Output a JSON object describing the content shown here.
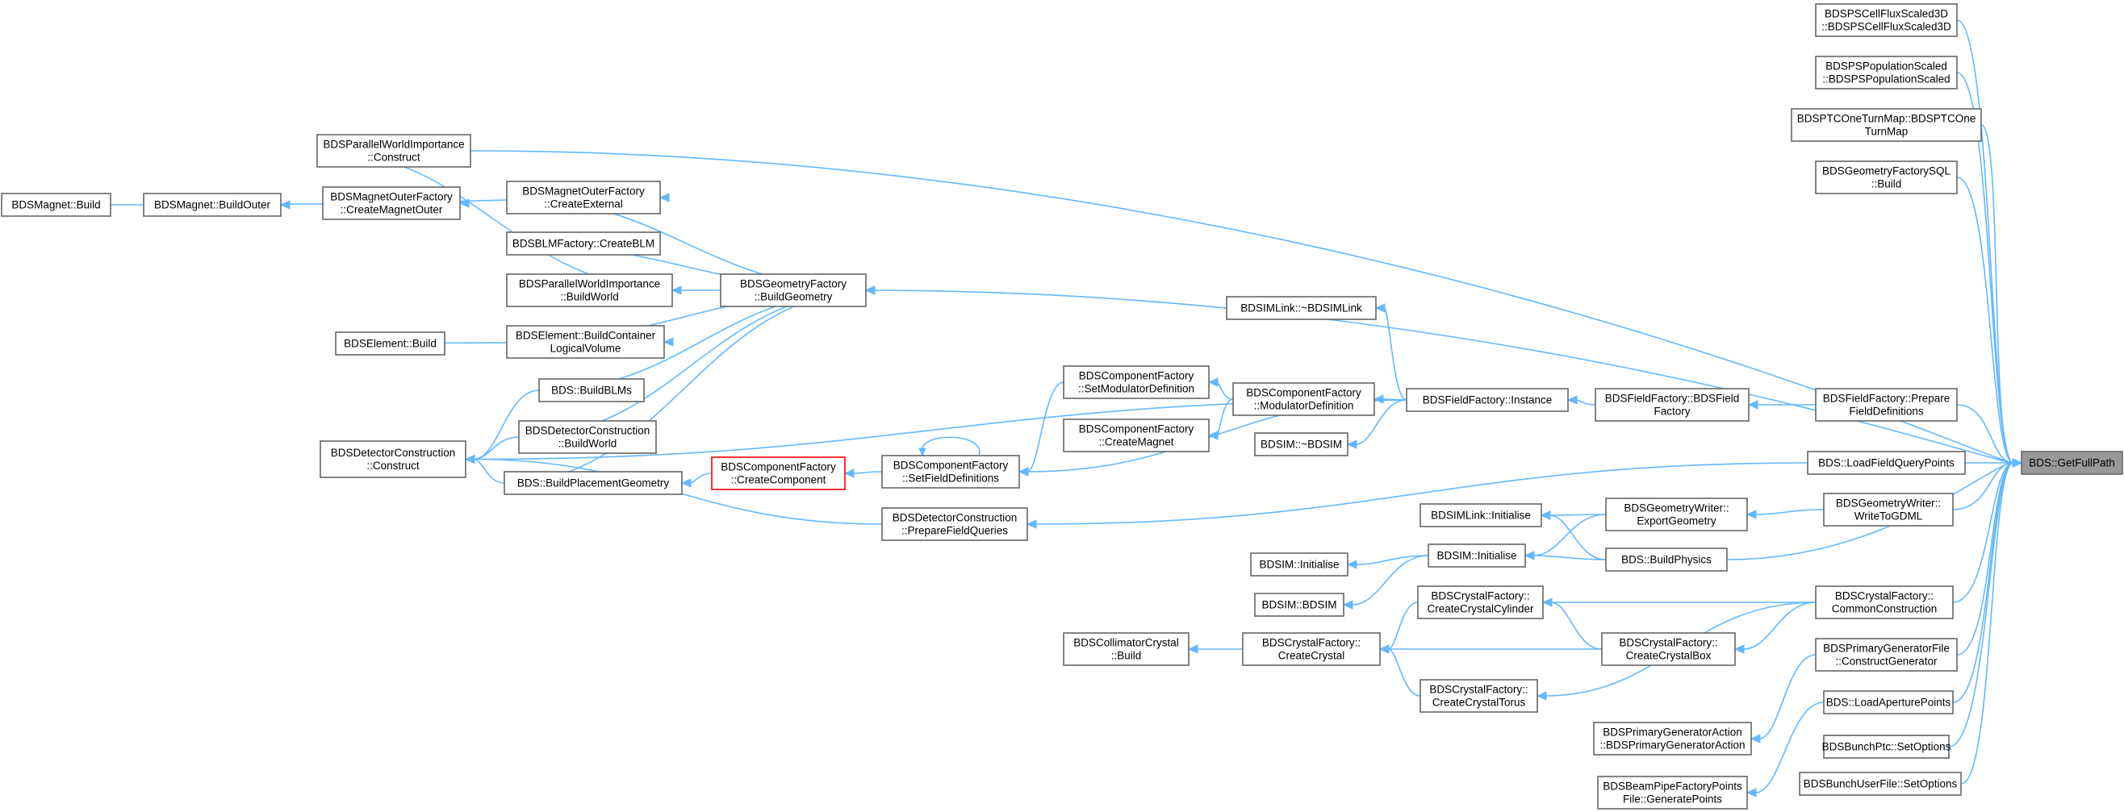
{
  "diagram": {
    "colors": {
      "edge": "#63b8ff",
      "node_border": "#666666",
      "focus_fill": "#999999",
      "highlight_border": "#ff0000"
    },
    "nodes": [
      {
        "id": "getfullpath",
        "lines": [
          "BDS::GetFullPath"
        ],
        "style": "focus"
      },
      {
        "id": "cellflux",
        "lines": [
          "BDSPSCellFluxScaled3D",
          "::BDSPSCellFluxScaled3D"
        ]
      },
      {
        "id": "population",
        "lines": [
          "BDSPSPopulationScaled",
          "::BDSPSPopulationScaled"
        ]
      },
      {
        "id": "ptcoturn",
        "lines": [
          "BDSPTCOneTurnMap::BDSPTCOne",
          "TurnMap"
        ]
      },
      {
        "id": "geomsql",
        "lines": [
          "BDSGeometryFactorySQL",
          "::Build"
        ]
      },
      {
        "id": "pwi_construct",
        "lines": [
          "BDSParallelWorldImportance",
          "::Construct"
        ]
      },
      {
        "id": "magnet_build",
        "lines": [
          "BDSMagnet::Build"
        ]
      },
      {
        "id": "magnet_buildouter",
        "lines": [
          "BDSMagnet::BuildOuter"
        ]
      },
      {
        "id": "mof_cmo",
        "lines": [
          "BDSMagnetOuterFactory",
          "::CreateMagnetOuter"
        ]
      },
      {
        "id": "mof_ce",
        "lines": [
          "BDSMagnetOuterFactory",
          "::CreateExternal"
        ]
      },
      {
        "id": "blm_create",
        "lines": [
          "BDSBLMFactory::CreateBLM"
        ]
      },
      {
        "id": "pwi_buildworld",
        "lines": [
          "BDSParallelWorldImportance",
          "::BuildWorld"
        ]
      },
      {
        "id": "geomfactory",
        "lines": [
          "BDSGeometryFactory",
          "::BuildGeometry"
        ]
      },
      {
        "id": "element_build",
        "lines": [
          "BDSElement::Build"
        ]
      },
      {
        "id": "element_bclv",
        "lines": [
          "BDSElement::BuildContainer",
          "LogicalVolume"
        ]
      },
      {
        "id": "buildblms",
        "lines": [
          "BDS::BuildBLMs"
        ]
      },
      {
        "id": "dc_construct",
        "lines": [
          "BDSDetectorConstruction",
          "::Construct"
        ]
      },
      {
        "id": "dc_buildworld",
        "lines": [
          "BDSDetectorConstruction",
          "::BuildWorld"
        ]
      },
      {
        "id": "bpg",
        "lines": [
          "BDS::BuildPlacementGeometry"
        ]
      },
      {
        "id": "cf_createcomponent",
        "lines": [
          "BDSComponentFactory",
          "::CreateComponent"
        ],
        "style": "highlight"
      },
      {
        "id": "cf_sfd",
        "lines": [
          "BDSComponentFactory",
          "::SetFieldDefinitions"
        ]
      },
      {
        "id": "cf_smd",
        "lines": [
          "BDSComponentFactory",
          "::SetModulatorDefinition"
        ]
      },
      {
        "id": "cf_cm",
        "lines": [
          "BDSComponentFactory",
          "::CreateMagnet"
        ]
      },
      {
        "id": "cf_md",
        "lines": [
          "BDSComponentFactory",
          "::ModulatorDefinition"
        ]
      },
      {
        "id": "imlink_dtor",
        "lines": [
          "BDSIMLink::~BDSIMLink"
        ]
      },
      {
        "id": "bdsim_dtor",
        "lines": [
          "BDSIM::~BDSIM"
        ]
      },
      {
        "id": "ff_instance",
        "lines": [
          "BDSFieldFactory::Instance"
        ]
      },
      {
        "id": "ff_ctor",
        "lines": [
          "BDSFieldFactory::BDSField",
          "Factory"
        ]
      },
      {
        "id": "ff_pfd",
        "lines": [
          "BDSFieldFactory::Prepare",
          "FieldDefinitions"
        ]
      },
      {
        "id": "loadfieldquery",
        "lines": [
          "BDS::LoadFieldQueryPoints"
        ]
      },
      {
        "id": "dc_pfq",
        "lines": [
          "BDSDetectorConstruction",
          "::PrepareFieldQueries"
        ]
      },
      {
        "id": "imlink_init",
        "lines": [
          "BDSIMLink::Initialise"
        ]
      },
      {
        "id": "gw_export",
        "lines": [
          "BDSGeometryWriter::",
          "ExportGeometry"
        ]
      },
      {
        "id": "gw_gdml",
        "lines": [
          "BDSGeometryWriter::",
          "WriteToGDML"
        ]
      },
      {
        "id": "bdsim_init_a",
        "lines": [
          "BDSIM::Initialise"
        ]
      },
      {
        "id": "bdsim_init_b",
        "lines": [
          "BDSIM::Initialise"
        ]
      },
      {
        "id": "bdsim_ctor",
        "lines": [
          "BDSIM::BDSIM"
        ]
      },
      {
        "id": "buildphysics",
        "lines": [
          "BDS::BuildPhysics"
        ]
      },
      {
        "id": "crf_ccc",
        "lines": [
          "BDSCrystalFactory::",
          "CreateCrystalCylinder"
        ]
      },
      {
        "id": "crf_common",
        "lines": [
          "BDSCrystalFactory::",
          "CommonConstruction"
        ]
      },
      {
        "id": "collcrystal",
        "lines": [
          "BDSCollimatorCrystal",
          "::Build"
        ]
      },
      {
        "id": "crf_cc",
        "lines": [
          "BDSCrystalFactory::",
          "CreateCrystal"
        ]
      },
      {
        "id": "crf_ccb",
        "lines": [
          "BDSCrystalFactory::",
          "CreateCrystalBox"
        ]
      },
      {
        "id": "crf_cct",
        "lines": [
          "BDSCrystalFactory::",
          "CreateCrystalTorus"
        ]
      },
      {
        "id": "pgf_cg",
        "lines": [
          "BDSPrimaryGeneratorFile",
          "::ConstructGenerator"
        ]
      },
      {
        "id": "loadaperture",
        "lines": [
          "BDS::LoadAperturePoints"
        ]
      },
      {
        "id": "pga_ctor",
        "lines": [
          "BDSPrimaryGeneratorAction",
          "::BDSPrimaryGeneratorAction"
        ]
      },
      {
        "id": "bunchptc",
        "lines": [
          "BDSBunchPtc::SetOptions"
        ]
      },
      {
        "id": "bpfp_gen",
        "lines": [
          "BDSBeamPipeFactoryPoints",
          "File::GeneratePoints"
        ]
      },
      {
        "id": "bunchuser",
        "lines": [
          "BDSBunchUserFile::SetOptions"
        ]
      }
    ]
  }
}
